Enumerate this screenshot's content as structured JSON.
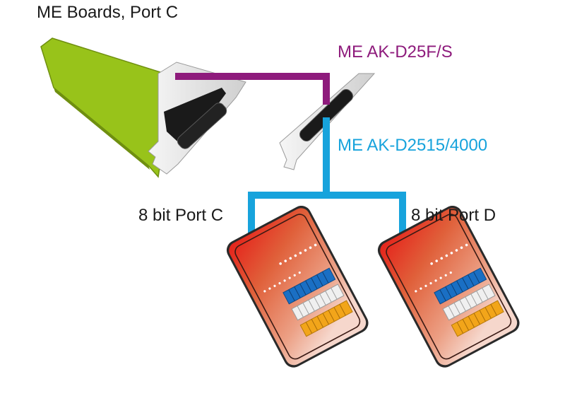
{
  "labels": {
    "board": "ME Boards, Port C",
    "cable_purple": "ME AK-D25F/S",
    "cable_blue": "ME AK-D2515/4000",
    "port_c": "8 bit Port C",
    "port_d": "8 bit Port D"
  },
  "colors": {
    "purple_cable": "#8e1b7c",
    "blue_cable": "#17a3dc",
    "pcb_green": "#98c31a",
    "terminal_red": "#e02a1e",
    "terminal_blue": "#1a6fc4",
    "terminal_white": "#f0f0f0",
    "terminal_orange": "#f2a51a"
  },
  "icons": {
    "board": "pci-card-icon",
    "bracket": "slot-bracket-icon",
    "terminal_box": "terminal-block-icon"
  }
}
